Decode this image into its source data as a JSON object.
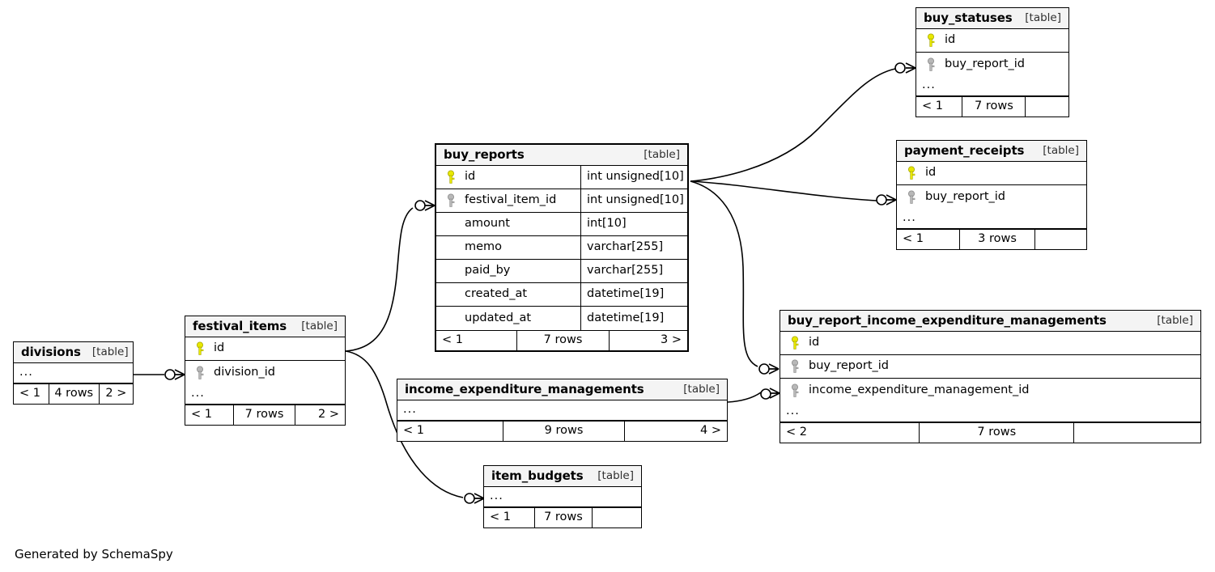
{
  "diagram": {
    "credit": "Generated by SchemaSpy",
    "table_tag": "[table]",
    "ellipsis": "...",
    "colors": {
      "primary_key": "#e8e800",
      "foreign_key": "#b0b0b0",
      "header_bg": "#f4f4f4",
      "border": "#000000",
      "background": "#ffffff"
    }
  },
  "tables": [
    {
      "id": "buy_statuses",
      "name": "buy_statuses",
      "tag": "[table]",
      "columns": [
        {
          "name": "id",
          "key": "primary",
          "type": ""
        },
        {
          "name": "buy_report_id",
          "key": "foreign",
          "type": ""
        }
      ],
      "has_ellipsis": true,
      "footer": {
        "left": "< 1",
        "middle": "7 rows",
        "right": ""
      }
    },
    {
      "id": "payment_receipts",
      "name": "payment_receipts",
      "tag": "[table]",
      "columns": [
        {
          "name": "id",
          "key": "primary",
          "type": ""
        },
        {
          "name": "buy_report_id",
          "key": "foreign",
          "type": ""
        }
      ],
      "has_ellipsis": true,
      "footer": {
        "left": "< 1",
        "middle": "3 rows",
        "right": ""
      }
    },
    {
      "id": "buy_reports",
      "name": "buy_reports",
      "tag": "[table]",
      "columns": [
        {
          "name": "id",
          "key": "primary",
          "type": "int unsigned[10]"
        },
        {
          "name": "festival_item_id",
          "key": "foreign",
          "type": "int unsigned[10]"
        },
        {
          "name": "amount",
          "key": "none",
          "type": "int[10]"
        },
        {
          "name": "memo",
          "key": "none",
          "type": "varchar[255]"
        },
        {
          "name": "paid_by",
          "key": "none",
          "type": "varchar[255]"
        },
        {
          "name": "created_at",
          "key": "none",
          "type": "datetime[19]"
        },
        {
          "name": "updated_at",
          "key": "none",
          "type": "datetime[19]"
        }
      ],
      "has_ellipsis": false,
      "footer": {
        "left": "< 1",
        "middle": "7 rows",
        "right": "3 >"
      }
    },
    {
      "id": "buy_report_income_expenditure_managements",
      "name": "buy_report_income_expenditure_managements",
      "tag": "[table]",
      "columns": [
        {
          "name": "id",
          "key": "primary",
          "type": ""
        },
        {
          "name": "buy_report_id",
          "key": "foreign",
          "type": ""
        },
        {
          "name": "income_expenditure_management_id",
          "key": "foreign",
          "type": ""
        }
      ],
      "has_ellipsis": true,
      "footer": {
        "left": "< 2",
        "middle": "7 rows",
        "right": ""
      }
    },
    {
      "id": "festival_items",
      "name": "festival_items",
      "tag": "[table]",
      "columns": [
        {
          "name": "id",
          "key": "primary",
          "type": ""
        },
        {
          "name": "division_id",
          "key": "foreign",
          "type": ""
        }
      ],
      "has_ellipsis": true,
      "footer": {
        "left": "< 1",
        "middle": "7 rows",
        "right": "2 >"
      }
    },
    {
      "id": "divisions",
      "name": "divisions",
      "tag": "[table]",
      "columns": [],
      "has_ellipsis": true,
      "footer": {
        "left": "< 1",
        "middle": "4 rows",
        "right": "2 >"
      }
    },
    {
      "id": "income_expenditure_managements",
      "name": "income_expenditure_managements",
      "tag": "[table]",
      "columns": [],
      "has_ellipsis": true,
      "footer": {
        "left": "< 1",
        "middle": "9 rows",
        "right": "4 >"
      }
    },
    {
      "id": "item_budgets",
      "name": "item_budgets",
      "tag": "[table]",
      "columns": [],
      "has_ellipsis": true,
      "footer": {
        "left": "< 1",
        "middle": "7 rows",
        "right": ""
      }
    }
  ],
  "relationships": [
    {
      "from": "buy_reports.id",
      "to": "buy_statuses.buy_report_id"
    },
    {
      "from": "buy_reports.id",
      "to": "payment_receipts.buy_report_id"
    },
    {
      "from": "buy_reports.id",
      "to": "buy_report_income_expenditure_managements.buy_report_id"
    },
    {
      "from": "festival_items.id",
      "to": "buy_reports.festival_item_id"
    },
    {
      "from": "festival_items.id",
      "to": "item_budgets"
    },
    {
      "from": "divisions",
      "to": "festival_items.division_id"
    },
    {
      "from": "income_expenditure_managements",
      "to": "buy_report_income_expenditure_managements.income_expenditure_management_id"
    }
  ]
}
